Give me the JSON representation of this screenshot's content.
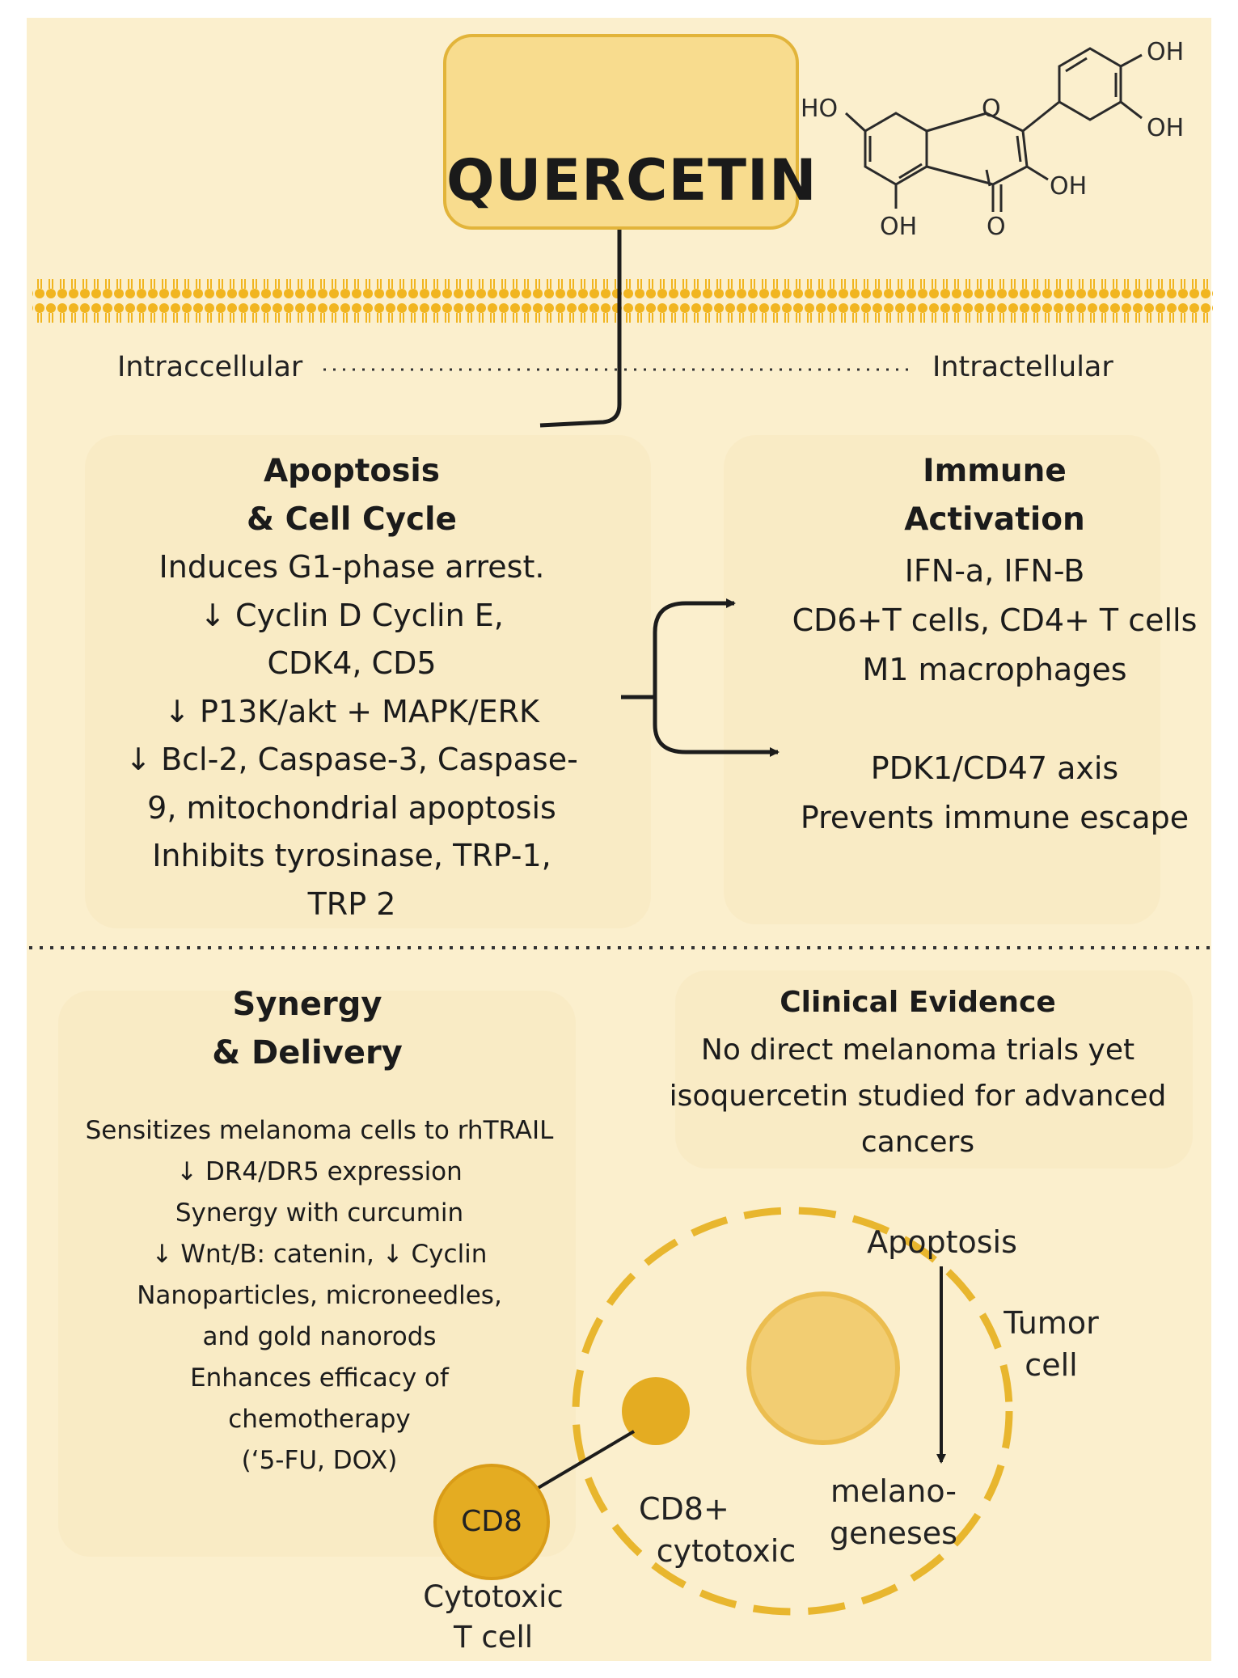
{
  "header": {
    "compound_name": "QUERCETIN",
    "structure_labels": [
      "OH",
      "OH",
      "HO",
      "O",
      "OH",
      "OH",
      "O"
    ]
  },
  "membrane": {
    "left_label": "Intraccellular",
    "right_label": "Intractellular"
  },
  "apoptosis": {
    "title_lines": [
      "Apoptosis",
      "& Cell Cycle"
    ],
    "lines": [
      "Induces G1-phase arrest.",
      "↓ Cyclin D Cyclin E,",
      "CDK4, CD5",
      "↓ P13K/akt + MAPK/ERK",
      "↓ Bcl-2, Caspase-3, Caspase-",
      "9, mitochondrial apoptosis",
      "Inhibits tyrosinase, TRP-1,",
      "TRP 2"
    ]
  },
  "immune": {
    "title_lines": [
      "Immune",
      "Activation"
    ],
    "group1": [
      "IFN-a, IFN-B",
      "CD6+T cells, CD4+ T cells",
      "M1 macrophages"
    ],
    "group2": [
      "PDK1/CD47 axis",
      "Prevents immune escape"
    ]
  },
  "synergy": {
    "title_lines": [
      "Synergy",
      "& Delivery"
    ],
    "lines": [
      "Sensitizes melanoma cells to rhTRAIL",
      "↓ DR4/DR5 expression",
      "Synergy with curcumin",
      "↓ Wnt/B: catenin, ↓ Cyclin",
      "Nanoparticles, microneedles,",
      "and gold nanorods",
      "Enhances efficacy of",
      "chemotherapy",
      "(‘5-FU, DOX)"
    ]
  },
  "clinical": {
    "title": "Clinical Evidence",
    "lines": [
      "No direct melanoma trials yet",
      "isoquercetin studied for advanced",
      "cancers"
    ]
  },
  "cell_diagram": {
    "apoptosis_label": "Apoptosis",
    "tumor_label_lines": [
      "Tumor",
      "cell"
    ],
    "melano_label_lines": [
      "melano-",
      "geneses"
    ],
    "cd8_inner_label_lines": [
      "CD8+",
      "cytotoxic"
    ],
    "cd8_circle_label": "CD8",
    "tcell_label_lines": [
      "Cytotoxic",
      "T cell"
    ]
  },
  "colors": {
    "background": "#fbefcd",
    "accent": "#e4ac22",
    "membrane": "#f1b520",
    "logo_fill": "#f8dc8e"
  },
  "icons": [
    "leaf-icon",
    "molecule-structure",
    "arrow-icon"
  ]
}
